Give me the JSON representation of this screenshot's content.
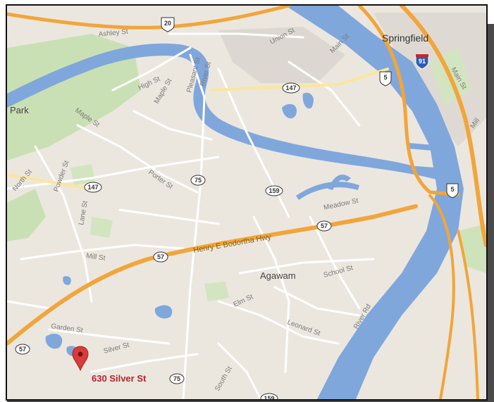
{
  "map": {
    "places": [
      {
        "id": "springfield",
        "label": "Springfield"
      },
      {
        "id": "park",
        "label": "Park"
      },
      {
        "id": "agawam",
        "label": "Agawam"
      }
    ],
    "streets": [
      {
        "id": "ashley",
        "label": "Ashley St"
      },
      {
        "id": "union",
        "label": "Union St"
      },
      {
        "id": "main-north",
        "label": "Main St"
      },
      {
        "id": "main-east",
        "label": "Main St"
      },
      {
        "id": "mill-east",
        "label": "Mill"
      },
      {
        "id": "high",
        "label": "High St"
      },
      {
        "id": "maple-north",
        "label": "Maple St"
      },
      {
        "id": "pleasant",
        "label": "Pleasant St"
      },
      {
        "id": "river",
        "label": "River St"
      },
      {
        "id": "maple-west",
        "label": "Maple St"
      },
      {
        "id": "north",
        "label": "North St"
      },
      {
        "id": "powder",
        "label": "Powder St"
      },
      {
        "id": "porter",
        "label": "Porter St"
      },
      {
        "id": "lane",
        "label": "Lane St"
      },
      {
        "id": "meadow",
        "label": "Meadow St"
      },
      {
        "id": "mill-west",
        "label": "Mill St"
      },
      {
        "id": "school",
        "label": "School St"
      },
      {
        "id": "elm",
        "label": "Elm St"
      },
      {
        "id": "leonard",
        "label": "Leonard St"
      },
      {
        "id": "river-rd",
        "label": "River Rd"
      },
      {
        "id": "garden",
        "label": "Garden St"
      },
      {
        "id": "silver",
        "label": "Silver St"
      },
      {
        "id": "south",
        "label": "South St"
      }
    ],
    "highway_name": "Henry E Bodortha Hwy",
    "shields": [
      {
        "id": "r20",
        "label": "20",
        "type": "us"
      },
      {
        "id": "r5a",
        "label": "5",
        "type": "us"
      },
      {
        "id": "r5b",
        "label": "5",
        "type": "us"
      },
      {
        "id": "i91",
        "label": "91",
        "type": "interstate"
      },
      {
        "id": "r147a",
        "label": "147",
        "type": "state"
      },
      {
        "id": "r147b",
        "label": "147",
        "type": "state"
      },
      {
        "id": "r75a",
        "label": "75",
        "type": "state"
      },
      {
        "id": "r75b",
        "label": "75",
        "type": "state"
      },
      {
        "id": "r159",
        "label": "159",
        "type": "state"
      },
      {
        "id": "r57a",
        "label": "57",
        "type": "state"
      },
      {
        "id": "r57b",
        "label": "57",
        "type": "state"
      },
      {
        "id": "r57c",
        "label": "57",
        "type": "state"
      },
      {
        "id": "r159b",
        "label": "159",
        "type": "state"
      }
    ],
    "pin": {
      "label": "630 Silver St",
      "color": "#d93a3a"
    },
    "colors": {
      "land": "#ebe7df",
      "water": "#7fa7dc",
      "park": "#c7dfb4",
      "highway": "#f2a53a",
      "road": "#ffffff",
      "urban": "#d6d3cd"
    }
  }
}
